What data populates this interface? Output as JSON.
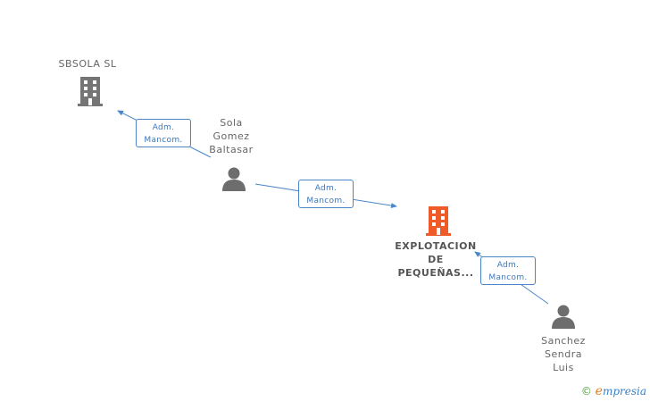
{
  "nodes": {
    "sbsola": {
      "name": "SBSOLA SL",
      "type": "company",
      "color": "#757575"
    },
    "sola": {
      "name_lines": [
        "Sola",
        "Gomez",
        "Baltasar"
      ],
      "type": "person"
    },
    "explotacion": {
      "name_lines": [
        "EXPLOTACION",
        "DE",
        "PEQUEÑAS..."
      ],
      "type": "company",
      "color": "#f05a28"
    },
    "sanchez": {
      "name_lines": [
        "Sanchez",
        "Sendra",
        "Luis"
      ],
      "type": "person"
    }
  },
  "relations": [
    {
      "line1": "Adm.",
      "line2": "Mancom."
    },
    {
      "line1": "Adm.",
      "line2": "Mancom."
    },
    {
      "line1": "Adm.",
      "line2": "Mancom."
    }
  ],
  "footer": {
    "copyright": "©",
    "brand_e": "e",
    "brand_rest": "mpresia"
  },
  "colors": {
    "link": "#4a86c8",
    "person_icon": "#6d6d6d"
  }
}
